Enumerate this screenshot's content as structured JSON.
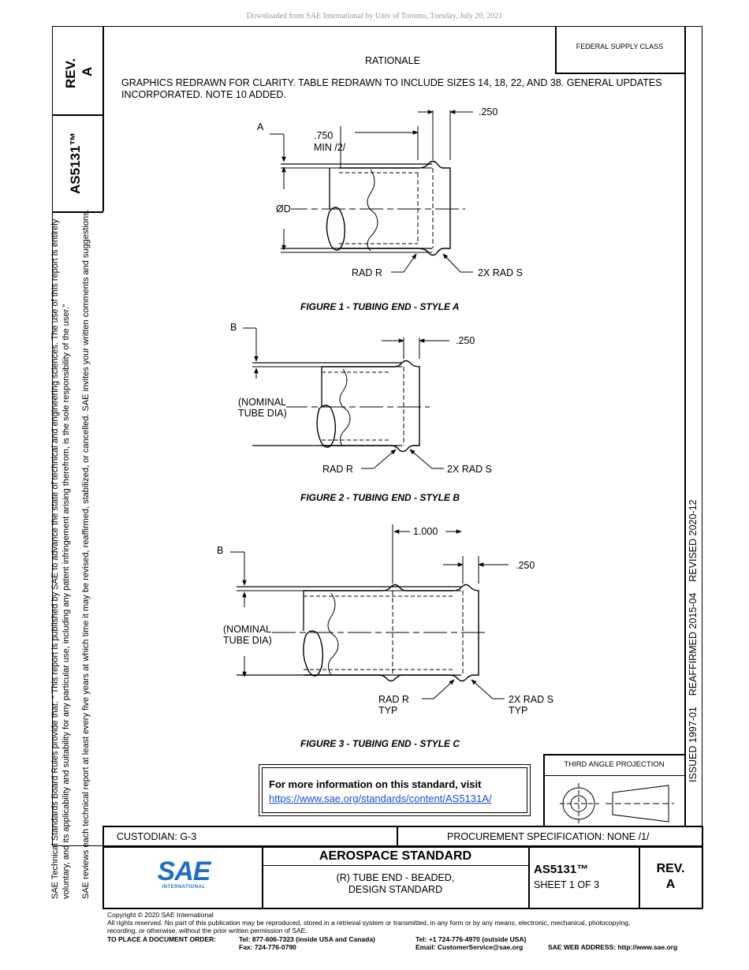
{
  "download_note": "Downloaded from SAE International by Univ of Toronto, Tuesday, July 20, 2021",
  "side": {
    "rev_label": "REV.",
    "rev_value": "A",
    "doc_number": "AS5131™",
    "notice_line1": "SAE Technical Standards Board Rules provide that: “ This report is published by SAE to advance the state of technical and engineering sciences. The use of this report is entirely",
    "notice_line2": "voluntary, and its applicability and suitability for any particular use, including any patent infringement arising therefrom, is the sole responsibility of the user.”",
    "notice_line3": "SAE reviews each technical report at least every five years at which time it may be revised, reaffirmed, stabilized, or cancelled. SAE invites your written comments and suggestions.",
    "dates": "ISSUED 1997-01    REAFFIRMED 2015-04    REVISED 2020-12"
  },
  "header": {
    "federal_supply_class": "FEDERAL SUPPLY CLASS",
    "rationale_title": "RATIONALE",
    "rationale_text_1": "GRAPHICS REDRAWN FOR CLARITY. TABLE REDRAWN TO INCLUDE SIZES 14, 18, 22, AND 38. GENERAL UPDATES",
    "rationale_text_2": "INCORPORATED. NOTE 10 ADDED."
  },
  "figure1": {
    "caption": "FIGURE 1 - TUBING END - STYLE A",
    "label_a": "A",
    "dim_750": ".750",
    "dim_min": "MIN  /2/",
    "dim_250": ".250",
    "dia": "ØD",
    "rad_r": "RAD R",
    "rad_s": "2X RAD S"
  },
  "figure2": {
    "caption": "FIGURE 2 - TUBING END - STYLE B",
    "label_b": "B",
    "dim_250": ".250",
    "nominal_1": "(NOMINAL",
    "nominal_2": "TUBE DIA)",
    "rad_r": "RAD R",
    "rad_s": "2X RAD S"
  },
  "figure3": {
    "caption": "FIGURE 3 - TUBING END - STYLE C",
    "label_b": "B",
    "dim_1000": "1.000",
    "dim_250": ".250",
    "nominal_1": "(NOMINAL",
    "nominal_2": "TUBE DIA)",
    "rad_r": "RAD R",
    "rad_r_typ": "TYP",
    "rad_s": "2X RAD S",
    "rad_s_typ": "TYP"
  },
  "info": {
    "text": "For more information on this standard, visit",
    "link": "https://www.sae.org/standards/content/AS5131A/"
  },
  "projection": "THIRD ANGLE PROJECTION",
  "title_block": {
    "custodian": "CUSTODIAN: G-3",
    "procurement": "PROCUREMENT SPECIFICATION: NONE /1/",
    "standard_type": "AEROSPACE STANDARD",
    "title_1": "(R) TUBE END - BEADED,",
    "title_2": "DESIGN STANDARD",
    "doc_number": "AS5131™",
    "sheet": "SHEET 1 OF 3",
    "rev_label": "REV.",
    "rev_value": "A",
    "logo_text": "SAE",
    "logo_sub": "INTERNATIONAL"
  },
  "footer": {
    "copyright": "Copyright © 2020 SAE International",
    "rights_1": "All rights reserved. No part of this publication may be reproduced, stored in a retrieval system or transmitted, in any form or by any means, electronic, mechanical, photocopying,",
    "rights_2": "recording, or otherwise, without the prior written permission of SAE.",
    "order_label": "TO PLACE A DOCUMENT ORDER:",
    "tel_usa": "Tel: 877-606-7323 (inside USA and Canada)",
    "fax": "Fax: 724-776-0790",
    "tel_outside": "Tel: +1 724-776-4970 (outside USA)",
    "email": "Email: CustomerService@sae.org",
    "web": "SAE WEB ADDRESS: http://www.sae.org"
  },
  "colors": {
    "link": "#1a4ed8",
    "logo": "#1f6fc9"
  }
}
